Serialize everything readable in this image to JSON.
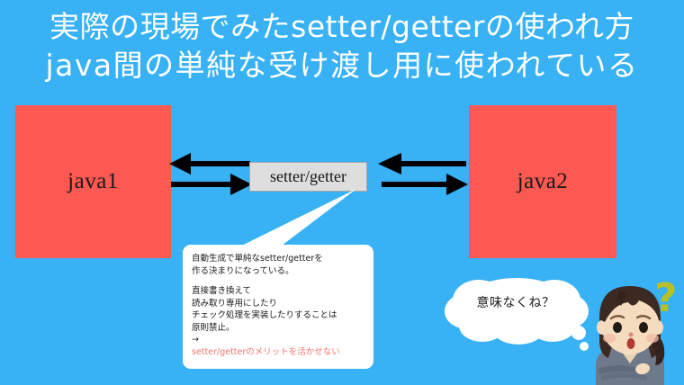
{
  "slide": {
    "background_color": "#38b1f5",
    "title": {
      "line1": "実際の現場でみたsetter/getterの使われ方",
      "line2": "java間の単純な受け渡し用に使われている",
      "color": "#ffffff"
    }
  },
  "diagram": {
    "box_color": "#fc5952",
    "left_box": {
      "label": "java1"
    },
    "right_box": {
      "label": "java2"
    },
    "center_box": {
      "label": "setter/getter",
      "fill": "#dedede",
      "border": "#a8a8a8"
    },
    "arrows": {
      "left_pair": {
        "top_direction": "left",
        "bottom_direction": "right"
      },
      "right_pair": {
        "top_direction": "left",
        "bottom_direction": "right"
      },
      "color": "#000000"
    }
  },
  "callout": {
    "background": "#ffffff",
    "lines": [
      "自動生成で単純なsetter/getterを",
      "作る決まりになっている。",
      "",
      "直接書き換えて",
      "読み取り専用にしたり",
      "チェック処理を実装したりすることは",
      "原則禁止。",
      "→"
    ],
    "highlight_line": "setter/getterのメリットを活かせない",
    "highlight_color": "#f4736e"
  },
  "thought_bubble": {
    "text": "意味なくね？",
    "fill": "#ffffff"
  },
  "character": {
    "name": "thinking-woman-illustration",
    "question_mark": "?",
    "question_mark_color": "#b5c12a",
    "hair_color": "#3c2a22",
    "skin_color": "#f6dcbe",
    "suit_color": "#6e7a8a"
  }
}
